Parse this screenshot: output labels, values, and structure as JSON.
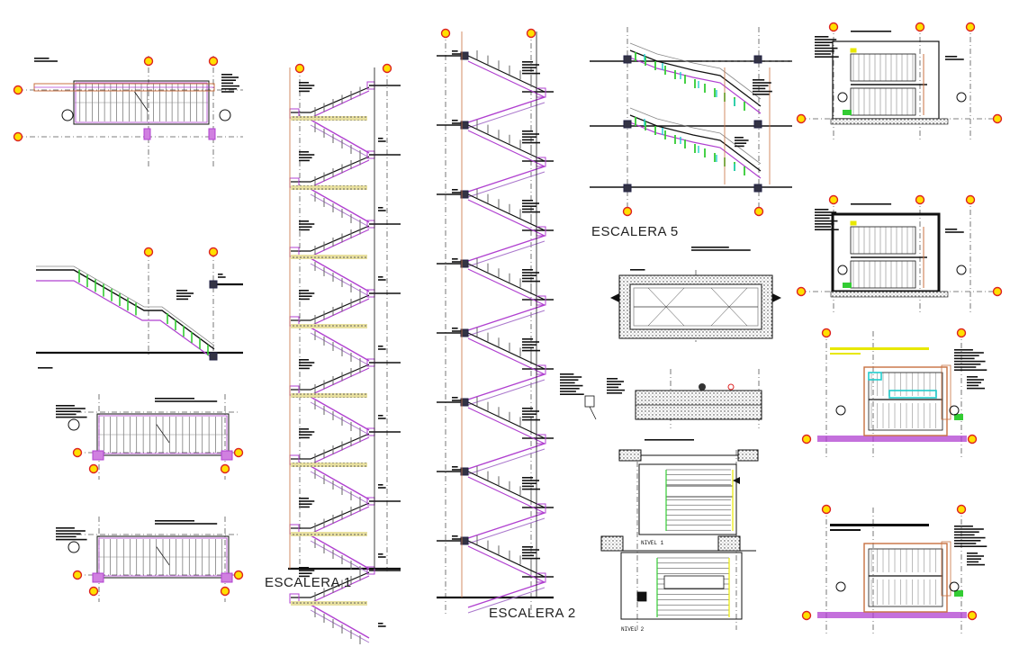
{
  "labels": {
    "escalera_1": "ESCALERA 1",
    "escalera_2": "ESCALERA 2",
    "escalera_5": "ESCALERA 5",
    "nivel_1": "NIVEL 1",
    "nivel_2": "NIVEL 2"
  },
  "colors": {
    "outline": "#111111",
    "gridline": "#555555",
    "magenta": "#b040d0",
    "orange": "#c87040",
    "green": "#33cc33",
    "cyan": "#22cccc",
    "yellow": "#e8e800",
    "gray": "#888888",
    "bubble_fill": "#ffe000",
    "bubble_ring": "#dd2222"
  }
}
